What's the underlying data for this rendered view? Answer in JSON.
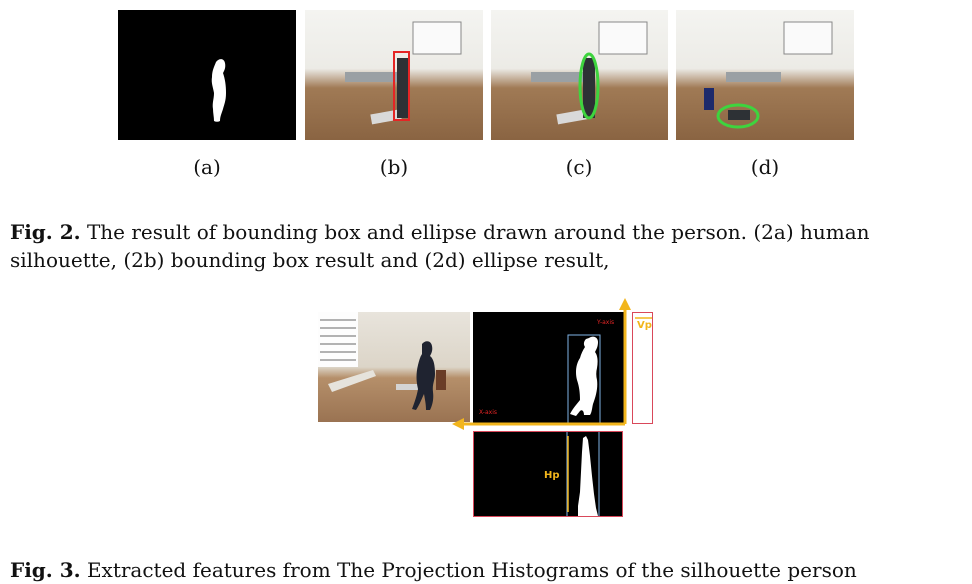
{
  "figure2": {
    "subfigures": [
      {
        "label": "(a)"
      },
      {
        "label": "(b)"
      },
      {
        "label": "(c)"
      },
      {
        "label": "(d)"
      }
    ],
    "caption_label": "Fig. 2.",
    "caption_line1": "The result of bounding box and ellipse drawn around the person. (2a) human",
    "caption_line2": "silhouette, (2b) bounding box result and (2d) ellipse result,"
  },
  "figure3": {
    "vp_label": "Vp",
    "hp_label": "Hp",
    "axis_y_label": "Y-axis",
    "axis_x_label": "X-axis",
    "caption_label": "Fig. 3.",
    "caption_text": "Extracted features from The Projection Histograms of the silhouette person"
  },
  "colors": {
    "bbox": "#e52525",
    "ellipse": "#3ed43e",
    "projection_axis": "#f2b51c",
    "guide_line": "#7fb3e6"
  }
}
